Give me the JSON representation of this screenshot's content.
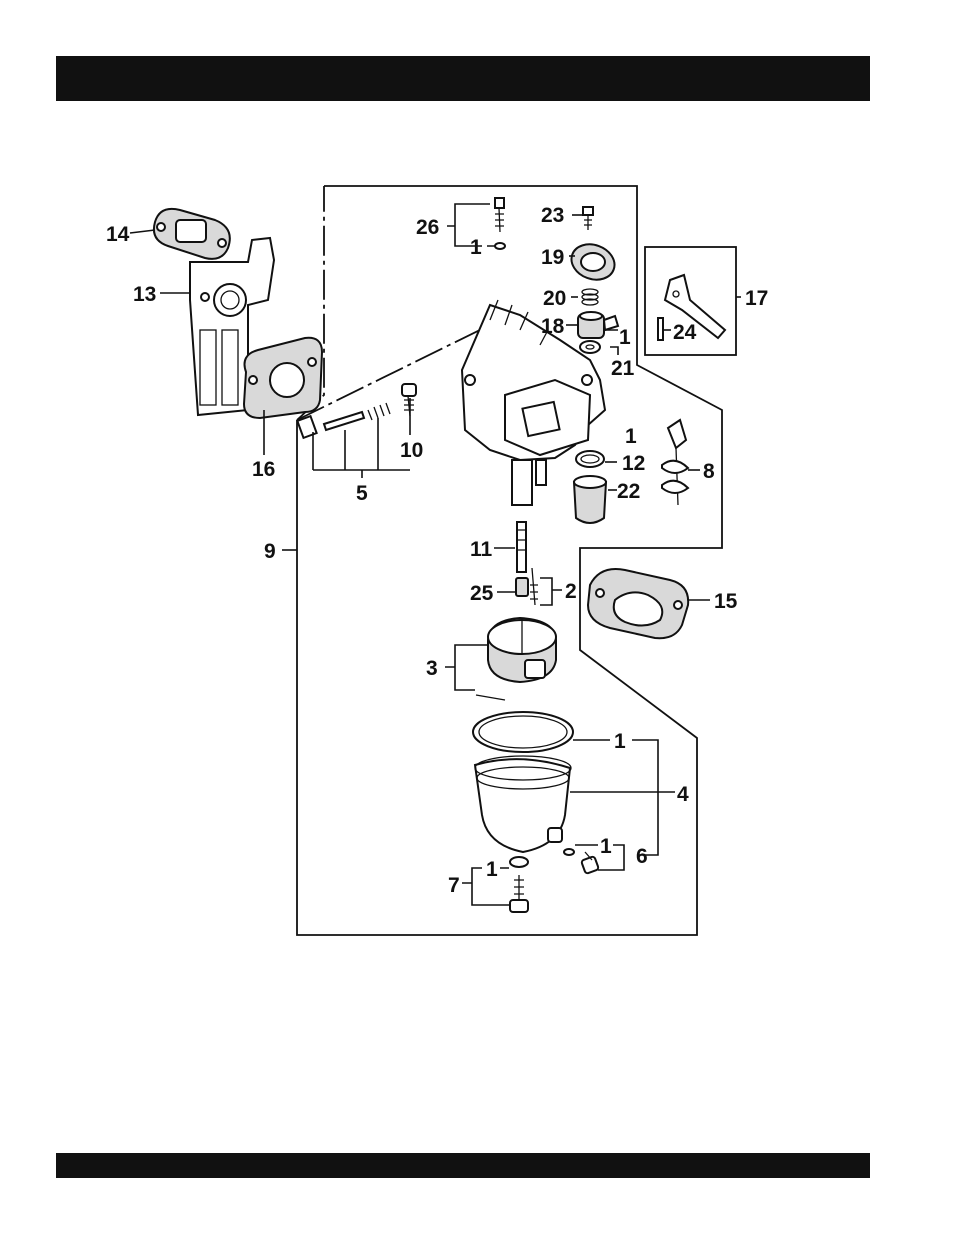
{
  "callouts": {
    "c14": "14",
    "c13": "13",
    "c16": "16",
    "c5": "5",
    "c10": "10",
    "c9": "9",
    "c26": "26",
    "c1a": "1",
    "c23": "23",
    "c19": "19",
    "c20": "20",
    "c18": "18",
    "c1b": "1",
    "c21": "21",
    "c17": "17",
    "c24": "24",
    "c1c": "1",
    "c12": "12",
    "c22": "22",
    "c8": "8",
    "c11": "11",
    "c25": "25",
    "c2": "2",
    "c15": "15",
    "c3": "3",
    "c1d": "1",
    "c4": "4",
    "c1e": "1",
    "c6": "6",
    "c7": "7",
    "c1f": "1"
  }
}
